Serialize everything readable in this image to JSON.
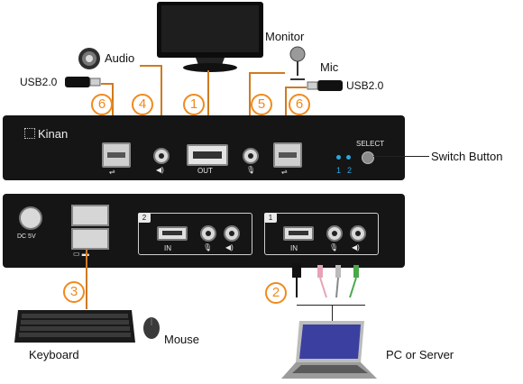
{
  "labels": {
    "monitor": "Monitor",
    "audio": "Audio",
    "mic": "Mic",
    "usb_left": "USB2.0",
    "usb_right": "USB2.0",
    "switch_button": "Switch Button",
    "keyboard": "Keyboard",
    "mouse": "Mouse",
    "pc": "PC or Server"
  },
  "numbers": {
    "n1": "1",
    "n2": "2",
    "n3": "3",
    "n4": "4",
    "n5": "5",
    "n6a": "6",
    "n6b": "6"
  },
  "front_panel": {
    "brand": "Kinan",
    "out_label": "OUT",
    "select_label": "SELECT",
    "led1": "1",
    "led2": "2"
  },
  "rear_panel": {
    "group1_tag": "1",
    "group2_tag": "2",
    "in1": "IN",
    "in2": "IN",
    "power_label": "DC 5V"
  },
  "colors": {
    "panel": "#151515",
    "callout": "#f08a1c",
    "led": "#2aa7e0",
    "laptop_screen": "#3a3fa0"
  }
}
